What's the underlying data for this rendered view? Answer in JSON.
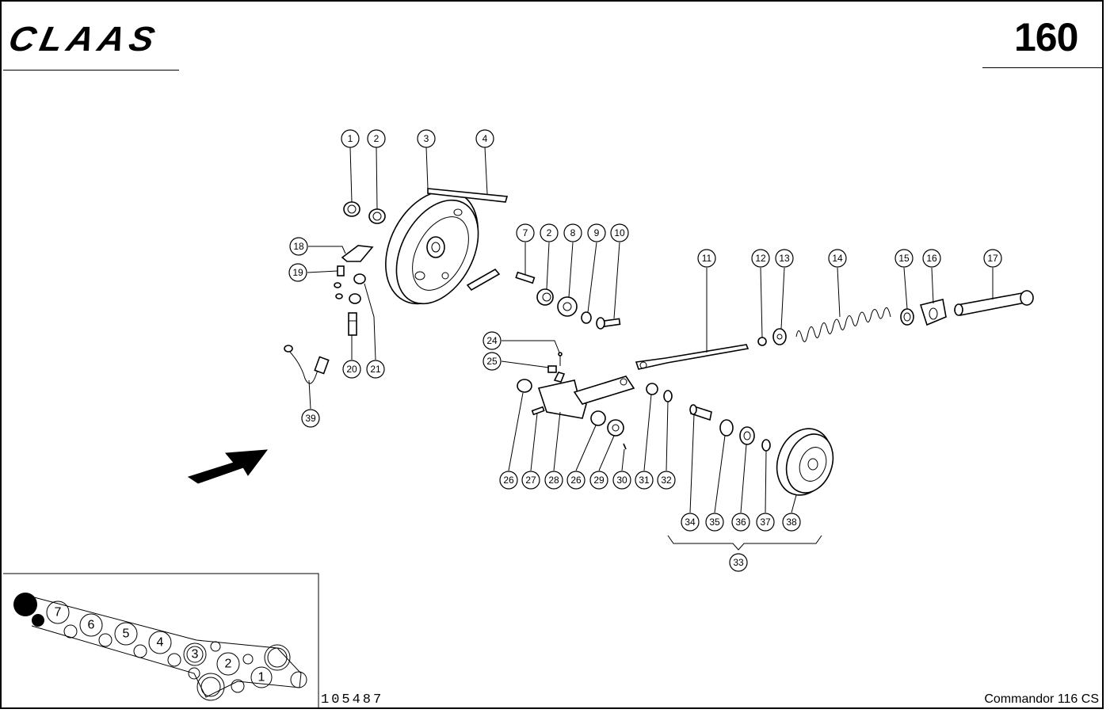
{
  "header": {
    "brand": "CLAAS",
    "page_number": "160"
  },
  "footer": {
    "drawing_number": "105487",
    "model": "Commandor 116 CS"
  },
  "callouts": [
    "1",
    "2",
    "3",
    "4",
    "7",
    "2",
    "8",
    "9",
    "10",
    "11",
    "12",
    "13",
    "14",
    "15",
    "16",
    "17",
    "18",
    "19",
    "20",
    "21",
    "24",
    "25",
    "26",
    "27",
    "28",
    "26",
    "29",
    "30",
    "31",
    "32",
    "34",
    "35",
    "36",
    "37",
    "38",
    "33",
    "39"
  ],
  "inset_labels": [
    "7",
    "6",
    "5",
    "4",
    "3",
    "2",
    "1"
  ]
}
